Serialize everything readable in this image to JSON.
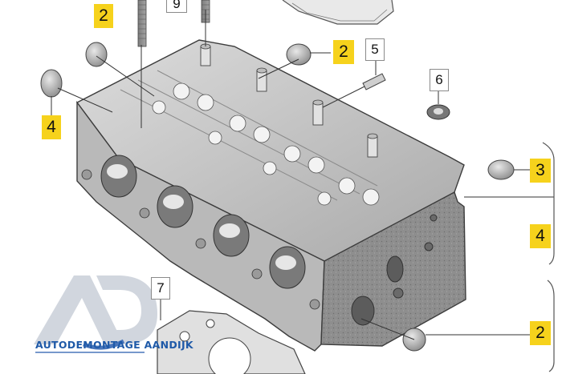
{
  "callouts": {
    "c1": "2",
    "c2": "9",
    "c3": "2",
    "c4": "5",
    "c5": "6",
    "c6": "4",
    "c7": "3",
    "c8": "4",
    "c9": "7",
    "c10": "2"
  },
  "watermark": {
    "logo": "AD",
    "text": "AUTODEMONTAGE AANDIJK"
  }
}
